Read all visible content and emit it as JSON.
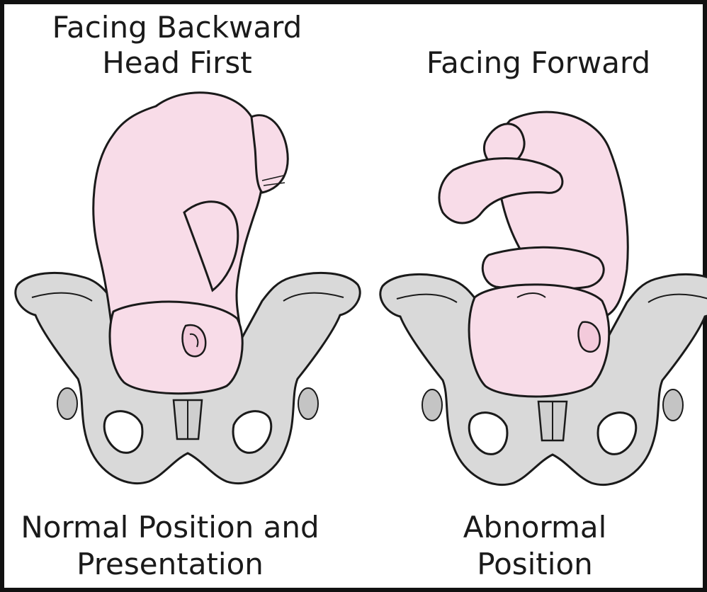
{
  "panels": [
    {
      "top_label_lines": [
        "Facing Backward",
        "Head First"
      ],
      "bottom_label_lines": [
        "Normal Position and",
        "Presentation"
      ]
    },
    {
      "top_label_lines": [
        "Facing Forward"
      ],
      "bottom_label_lines": [
        "Abnormal",
        "Position"
      ]
    }
  ],
  "colors": {
    "fetus_skin": "#f8dce8",
    "pelvis_bone": "#d9d9d9",
    "outline": "#1a1a1a",
    "frame": "#111111",
    "background": "#ffffff"
  }
}
